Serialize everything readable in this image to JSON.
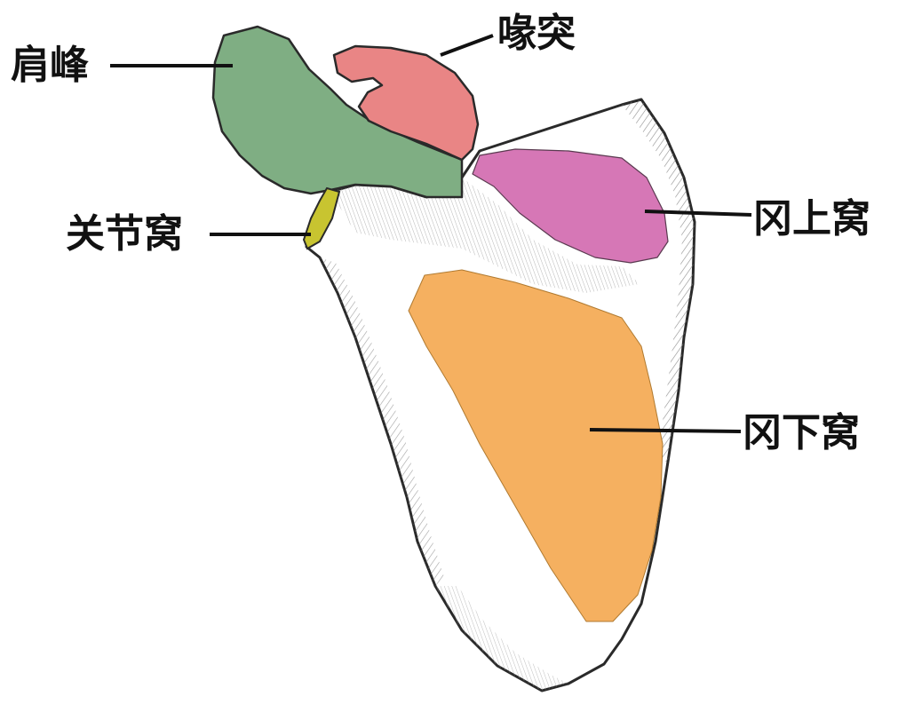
{
  "labels": {
    "acromion": "肩峰",
    "coracoid": "喙突",
    "glenoid": "关节窝",
    "supraspinous": "冈上窝",
    "infraspinous": "冈下窝"
  },
  "colors": {
    "acromion": "#7fae83",
    "coracoid": "#e98585",
    "glenoid": "#c8c430",
    "supraspinous": "#d677b6",
    "infraspinous": "#f5b060",
    "bone_fill": "#ffffff",
    "bone_outline": "#2a2a2a",
    "shading": "#8a8a8a",
    "label_text": "#111111"
  }
}
